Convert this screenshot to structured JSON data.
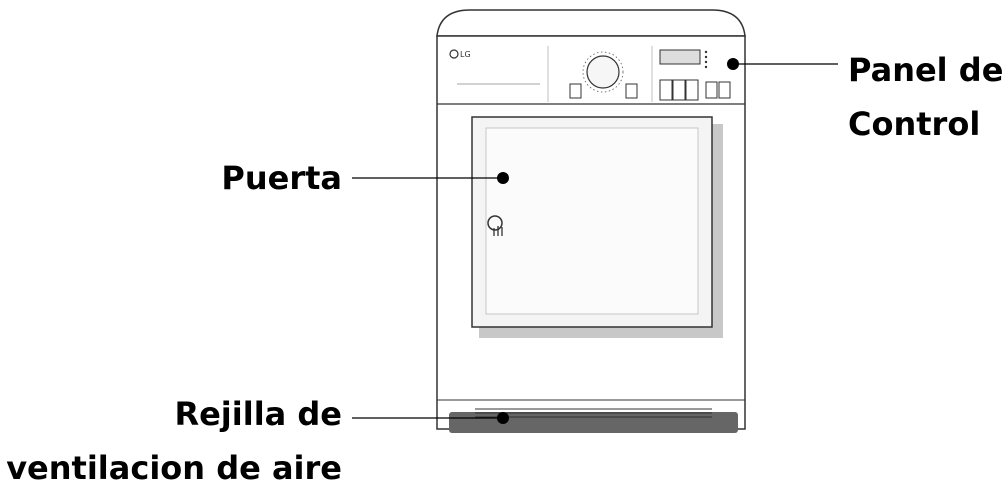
{
  "labels": {
    "puerta": "Puerta",
    "panel_line1": "Panel de",
    "panel_line2": "Control",
    "rejilla_line1": "Rejilla de",
    "rejilla_line2": "ventilacion de aire"
  },
  "appliance": {
    "brand": "LG"
  },
  "colors": {
    "outline": "#333333",
    "door_fill": "#f4f4f4",
    "door_shadow": "#c8c8c8",
    "grille_fill": "#666666",
    "marker": "#000000"
  }
}
